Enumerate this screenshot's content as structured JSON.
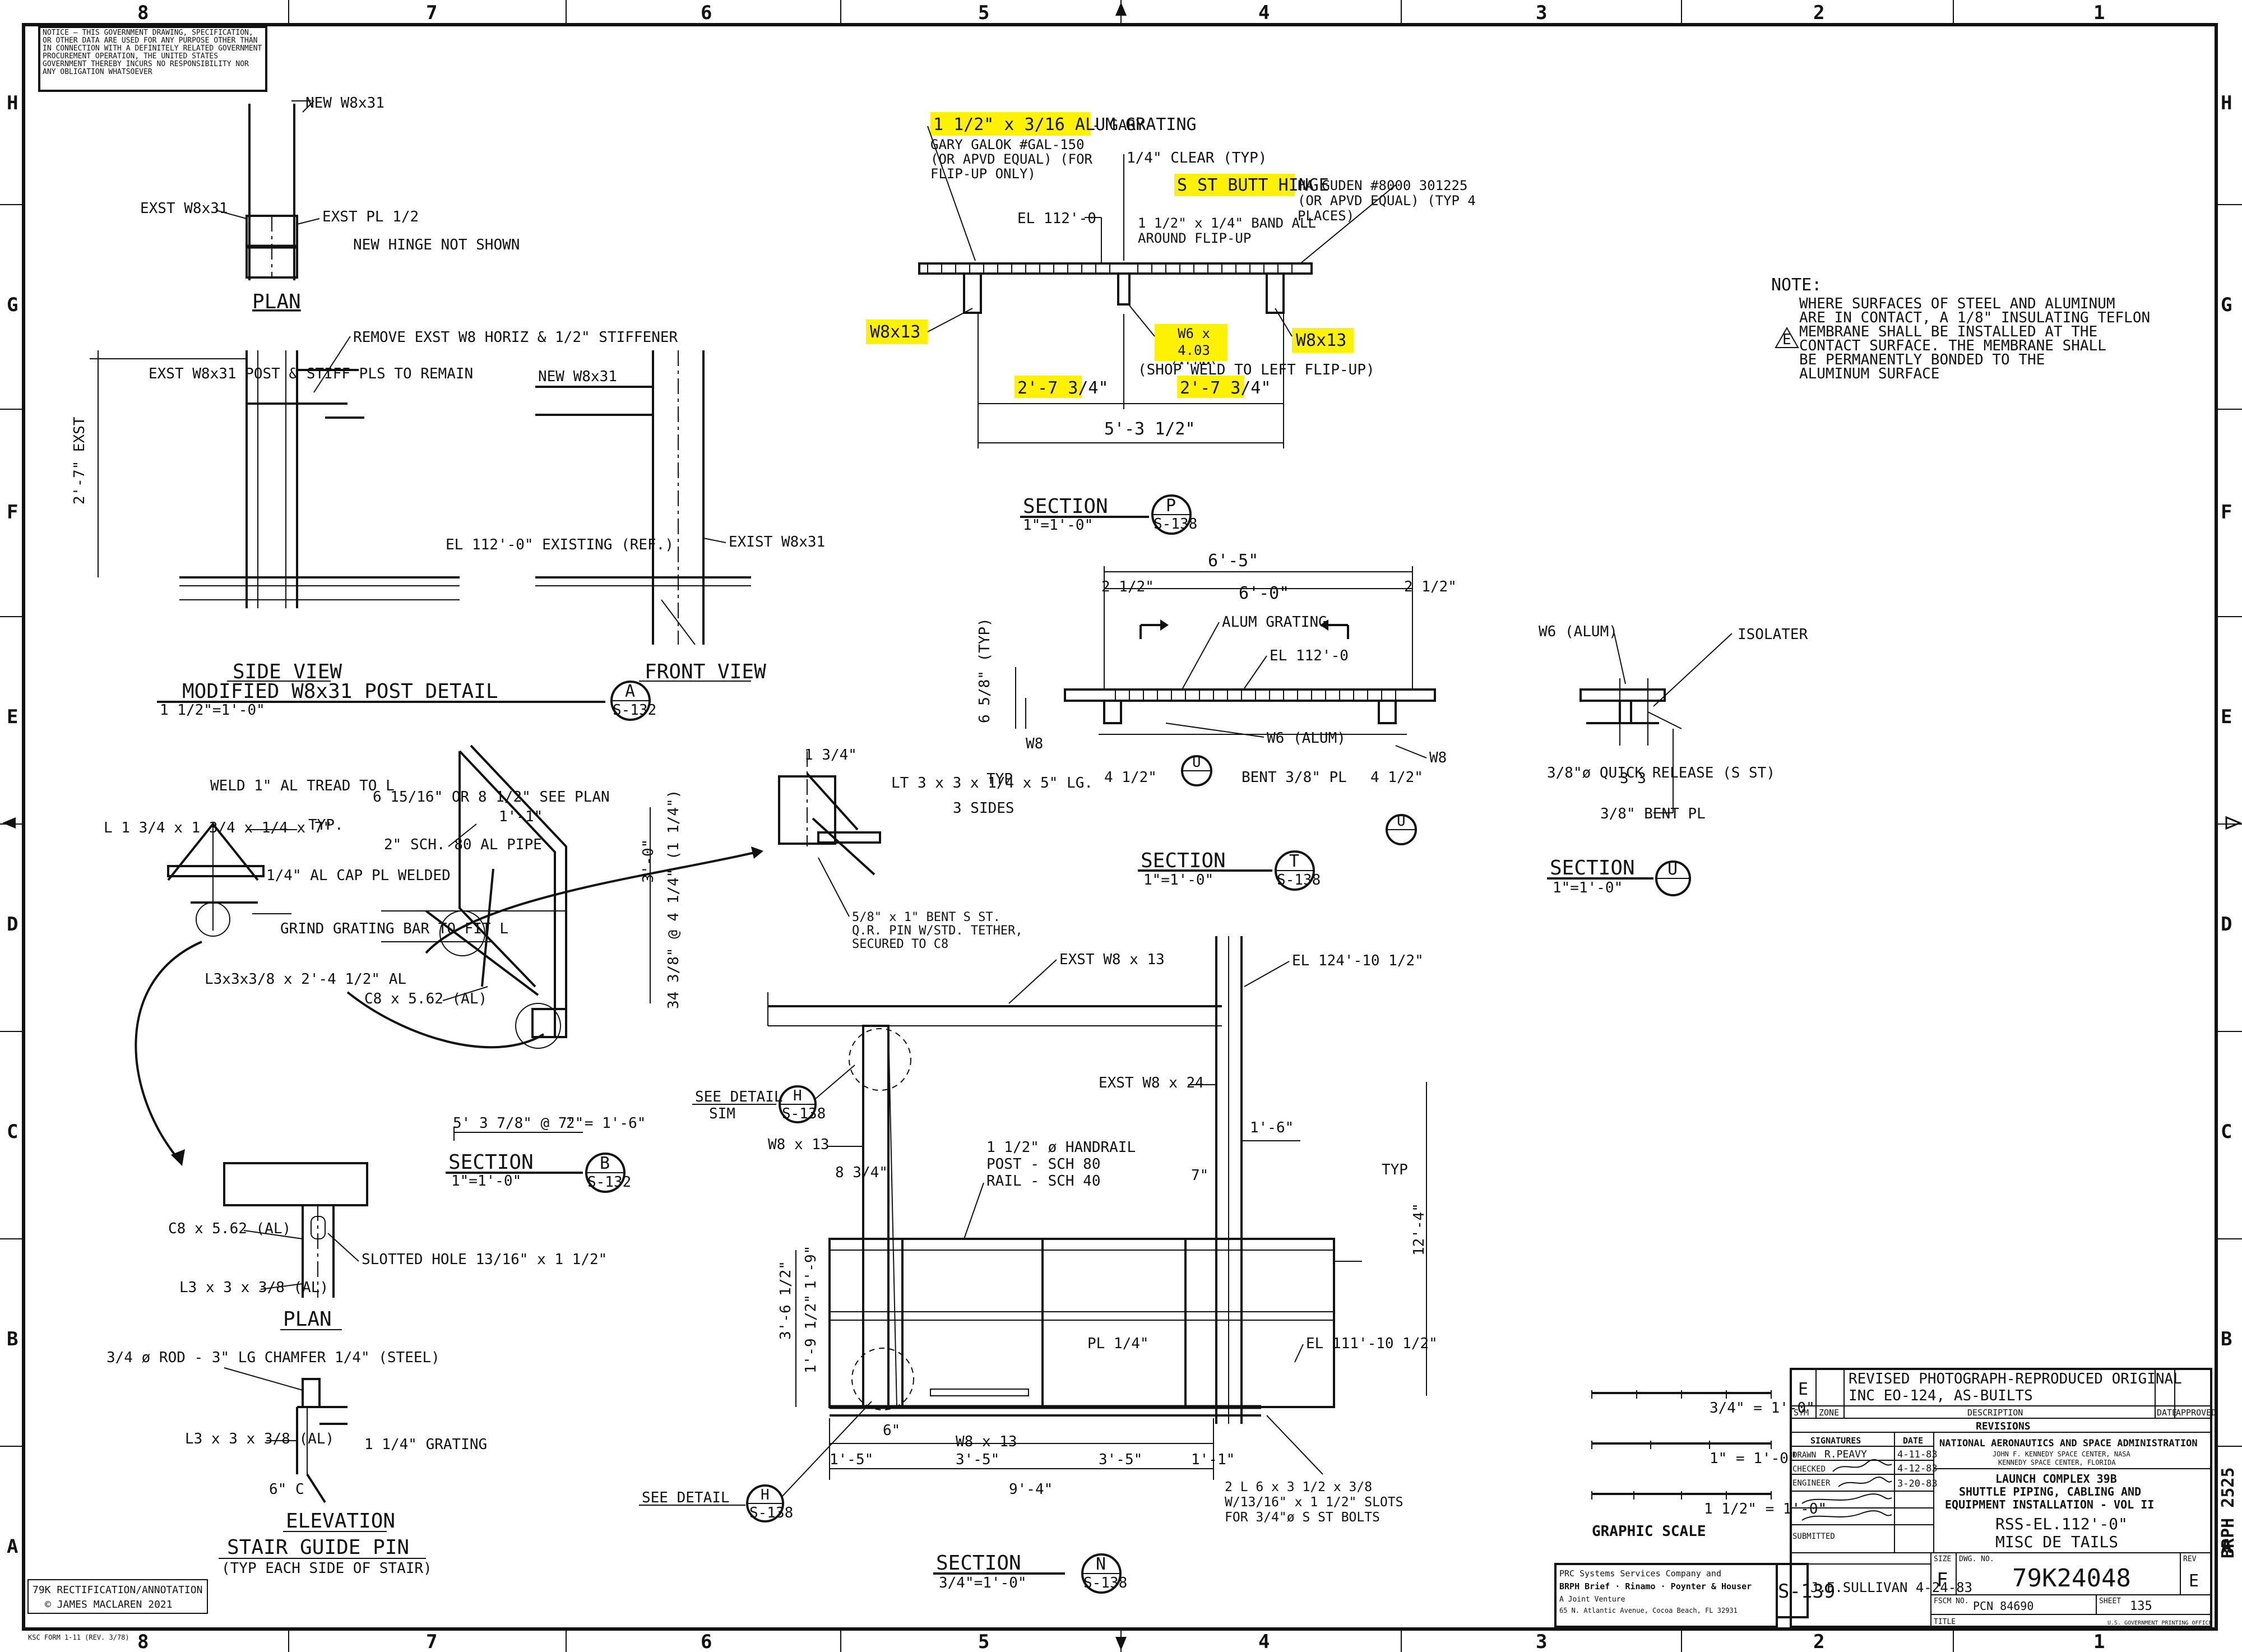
{
  "zones_top": [
    "8",
    "7",
    "6",
    "5",
    "4",
    "3",
    "2",
    "1"
  ],
  "zones_side": [
    "H",
    "G",
    "F",
    "E",
    "D",
    "C",
    "B",
    "A"
  ],
  "notice_text": "NOTICE — THIS GOVERNMENT DRAWING, SPECIFICATION, OR OTHER DATA ARE USED FOR ANY PURPOSE OTHER THAN IN CONNECTION WITH A DEFINITELY RELATED GOVERNMENT PROCUREMENT OPERATION, THE UNITED STATES GOVERNMENT THEREBY INCURS NO RESPONSIBILITY NOR ANY OBLIGATION WHATSOEVER",
  "detail_post": {
    "new_beam": "NEW W8x31",
    "exst_w8": "EXST W8x31",
    "exst_pl": "EXST PL 1/2",
    "hinge_note": "NEW HINGE NOT SHOWN",
    "plan": "PLAN",
    "side_view": "SIDE VIEW",
    "front_view": "FRONT VIEW",
    "title": "MODIFIED  W8x31  POST  DETAIL",
    "scale": "1 1/2\"=1'-0\"",
    "callout_letter": "A",
    "callout_sheet": "S-132",
    "side_note1": "EXST W8x31 POST & STIFF PLS TO REMAIN",
    "side_note2": "REMOVE EXST W8 HORIZ & 1/2\" STIFFENER",
    "front_note1": "NEW W8x31",
    "front_note2": "EXIST W8x31",
    "el_note": "EL 112'-0\" EXISTING (REF.)",
    "dim_side": "2'-7\" EXST"
  },
  "section_p": {
    "grating": "1 1/2\" x 3/16 ALUM GRATING",
    "grating_note": "GARY GALOK #GAL-150 (OR APVD EQUAL) (FOR FLIP-UP ONLY)",
    "clear": "1/4\" CLEAR (TYP)",
    "hinge": "S ST BUTT HINGE",
    "hinge_note": "HA GUDEN #8000 301225 (OR APVD EQUAL) (TYP 4 PLACES)",
    "el": "EL 112'-0",
    "band": "1 1/2\" x 1/4\" BAND ALL AROUND FLIP-UP",
    "w8_left": "W8x13",
    "w8_right": "W8x13",
    "w6": "W6 x 4.03 (ALUM)",
    "shop_weld": "(SHOP WELD TO LEFT FLIP-UP)",
    "dim1": "2'-7 3/4\"",
    "dim2": "2'-7 3/4\"",
    "dim_total": "5'-3 1/2\"",
    "title": "SECTION",
    "scale": "1\"=1'-0\"",
    "callout_letter": "P",
    "callout_sheet": "S-138"
  },
  "note": {
    "heading": "NOTE:",
    "symbol": "E",
    "lines": [
      "WHERE SURFACES OF STEEL AND ALUMINUM",
      "ARE IN CONTACT, A 1/8\" INSULATING TEFLON",
      "MEMBRANE SHALL BE INSTALLED AT THE",
      "CONTACT SURFACE. THE MEMBRANE SHALL",
      "BE PERMANENTLY BONDED TO THE",
      "ALUMINUM SURFACE"
    ]
  },
  "section_t": {
    "dim_total": "6'-5\"",
    "dim_inner": "6'-0\"",
    "dim_l": "2 1/2\"",
    "dim_r": "2 1/2\"",
    "grating": "ALUM GRATING",
    "el": "EL 112'-0",
    "w6": "W6 (ALUM)",
    "w8_l": "W8",
    "w8_r": "W8",
    "bent": "BENT 3/8\" PL",
    "typ": "TYP",
    "dim_vert": "6 5/8\" (TYP)",
    "dim_41": "4 1/2\"",
    "dim_42": "4 1/2\"",
    "title": "SECTION",
    "scale": "1\"=1'-0\"",
    "callout_letter": "T",
    "callout_sheet": "S-138",
    "u_ref": "U"
  },
  "section_u": {
    "w6": "W6 (ALUM)",
    "isolater": "ISOLATER",
    "quick": "3/8\"ø QUICK RELEASE (S ST)",
    "bent": "3/8\" BENT PL",
    "dims": "3  3",
    "title": "SECTION",
    "scale": "1\"=1'-0\"",
    "callout_letter": "U"
  },
  "section_b": {
    "weld": "WELD 1\" AL TREAD TO L",
    "angle": "L 1 3/4 x 1 3/4 x 1/4 x 7\"",
    "cap": "1/4\" AL CAP PL WELDED",
    "grind": "GRIND GRATING BAR TO FIT L",
    "l3": "L3x3x3/8 x 2'-4 1/2\" AL",
    "handrail": "6 15/16\" OR 8 1/2\" SEE PLAN",
    "pipe": "2\" SCH. 80 AL PIPE",
    "c8": "C8 x 5.62 (AL)",
    "dim_3_0": "3'-0\"",
    "dim_34": "34 3/8\" @ 4 1/4\" (1 1/4\")",
    "dim_bottom": "5'  3 7/8\" @ 7\" = 1'-6\"",
    "dim_11": "1'-1\"",
    "dim_2": "2\"",
    "title": "SECTION",
    "scale": "1\"=1'-0\"",
    "callout_letter": "B",
    "callout_sheet": "S-132",
    "pin_note": "5/8\" x 1\" BENT S ST. Q.R. PIN W/STD. TETHER, SECURED TO C8",
    "lt": "LT 3 x 3 x 1/4 x 5\" LG.",
    "slots": "3 SIDES",
    "dim_1_3_4": "1 3/4\""
  },
  "plan_pin": {
    "c8": "C8 x 5.62 (AL)",
    "l3": "L3 x 3 x 3/8 (AL)",
    "slotted": "SLOTTED HOLE 13/16\" x 1 1/2\"",
    "title": "PLAN"
  },
  "elevation": {
    "rod": "3/4 ø ROD - 3\" LG CHAMFER 1/4\" (STEEL)",
    "l3": "L3 x 3 x 3/8 (AL)",
    "grating": "1 1/4\" GRATING",
    "six": "6\" C",
    "title": "ELEVATION",
    "subtitle": "STAIR GUIDE PIN",
    "subtitle2": "(TYP EACH SIDE OF STAIR)"
  },
  "section_n": {
    "exst": "EXST W8 x 13",
    "el_top": "EL 124'-10 1/2\"",
    "exst24": "EXST W8 x 24",
    "see_detail_h": "SEE DETAIL",
    "sim": "SIM",
    "h_letter": "H",
    "h_sheet": "S-138",
    "w8": "W8 x 13",
    "w8_bottom": "W8 x 13",
    "handrail": "1 1/2\" ø HANDRAIL",
    "post": "POST - SCH 80",
    "rail": "RAIL - SCH 40",
    "dim_8_3_4": "8 3/4\"",
    "dim_1_6": "1'-6\"",
    "dim_7": "7\"",
    "typ": "TYP",
    "dim_12_4": "12'-4\"",
    "dim_3_6": "3'-6 1/2\"",
    "dim_1_9": "1'-9\"",
    "dim_1_9b": "1'-9 1/2\"",
    "pl": "PL 1/4\"",
    "el_bot": "EL 111'-10 1/2\"",
    "dim_6": "6\"",
    "dim_1_5": "1'-5\"",
    "dim_3_5a": "3'-5\"",
    "dim_3_5b": "3'-5\"",
    "dim_1_1": "1'-1\"",
    "dim_9_4": "9'-4\"",
    "slots_note": "2 L 6 x 3 1/2 x 3/8 W/13/16\" x 1 1/2\" SLOTS FOR 3/4\"ø S ST BOLTS",
    "see_detail": "SEE DETAIL",
    "title": "SECTION",
    "scale": "3/4\"=1'-0\"",
    "callout_letter": "N",
    "callout_sheet": "S-138"
  },
  "graphic_scale": {
    "label": "GRAPHIC  SCALE",
    "scales": [
      "3/4\" = 1'-0\"",
      "1\" = 1'-0\"",
      "1 1/2\" = 1'-0\""
    ]
  },
  "title_block": {
    "rev_letter": "E",
    "rev_desc": "REVISED PHOTOGRAPH-REPRODUCED ORIGINAL",
    "rev_desc2": "INC EO-124, AS-BUILTS",
    "hdr_sym": "SYM",
    "hdr_zone": "ZONE",
    "hdr_desc": "DESCRIPTION",
    "hdr_date": "DATE",
    "hdr_approved": "APPROVED",
    "revisions": "REVISIONS",
    "signatures": "SIGNATURES",
    "date": "DATE",
    "drawn": "DRAWN",
    "drawn_name": "R.PEAVY",
    "drawn_date": "4-11-83",
    "checked": "CHECKED",
    "checked_date": "4-12-83",
    "engineer": "ENGINEER",
    "engineer_date": "3-20-83",
    "submitted": "SUBMITTED",
    "agency": "NATIONAL AERONAUTICS AND SPACE ADMINISTRATION",
    "agency2": "JOHN F. KENNEDY SPACE CENTER, NASA",
    "agency3": "KENNEDY SPACE CENTER, FLORIDA",
    "proj1": "LAUNCH COMPLEX 39B",
    "proj2": "SHUTTLE PIPING, CABLING AND",
    "proj3": "EQUIPMENT INSTALLATION - VOL II",
    "proj4": "RSS-EL.112'-0\"",
    "proj5": "MISC DE TAILS",
    "size_lbl": "SIZE",
    "size": "F",
    "dwg_lbl": "DWG. NO.",
    "dwg_no": "79K24048",
    "rev_lbl": "REV",
    "rev": "E",
    "fscm_lbl": "FSCM NO.",
    "fscm": "PCN 84690",
    "sheet_lbl": "SHEET",
    "sheet_no": "135",
    "title_lbl": "TITLE",
    "sheet_code": "S-139",
    "engineer_name": "J.E.SULLIVAN 4-24-83",
    "prc1": "PRC Systems Services Company and",
    "prc2": "BRPH Brief · Rinamo · Poynter & Houser",
    "prc3": "A Joint Venture",
    "prc4": "65 N. Atlantic Avenue, Cocoa Beach, FL 32931",
    "side_code": "BRPH 2525",
    "gpo": "U.S. GOVERNMENT PRINTING OFFICE"
  },
  "footer": {
    "annotation1": "79K RECTIFICATION/ANNOTATION",
    "annotation2": "© JAMES MACLAREN 2021",
    "form": "KSC FORM 1-11 (REV. 3/78)"
  }
}
